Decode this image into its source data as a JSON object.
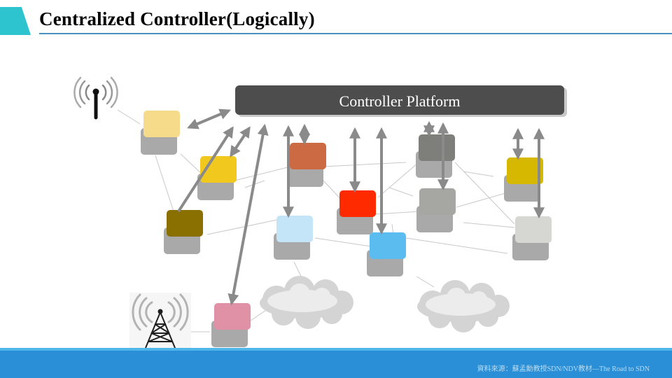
{
  "title": "Centralized Controller(Logically)",
  "controller": {
    "label": "Controller Platform"
  },
  "footer": {
    "source_note": "資料來源：蘇孟勳教授SDN/NDV教材—The Road to SDN"
  },
  "colors": {
    "accent_tab": "#2ec4cf",
    "title_rule": "#4a90c0",
    "footer": "#2a8fd6",
    "controller_fill": "#4d4d4d",
    "switch_shadow": "#a9a9a9",
    "arrow": "#8a8a8a"
  },
  "switches": [
    {
      "id": "sw-light-yellow",
      "color": "#f6dc8a"
    },
    {
      "id": "sw-yellow",
      "color": "#f0c81e"
    },
    {
      "id": "sw-olive",
      "color": "#8a7000"
    },
    {
      "id": "sw-pink",
      "color": "#e191a6"
    },
    {
      "id": "sw-orange-brown",
      "color": "#cc6a44"
    },
    {
      "id": "sw-light-blue",
      "color": "#c4e4f8"
    },
    {
      "id": "sw-red",
      "color": "#ff2a00"
    },
    {
      "id": "sw-sky-blue",
      "color": "#5bbdef"
    },
    {
      "id": "sw-dark-gray",
      "color": "#7e7e7a"
    },
    {
      "id": "sw-mid-gray",
      "color": "#a6a6a2"
    },
    {
      "id": "sw-mustard",
      "color": "#d6b800"
    },
    {
      "id": "sw-light-gray",
      "color": "#d6d6d2"
    }
  ],
  "icons": [
    {
      "id": "wifi-access-point-icon"
    },
    {
      "id": "cell-tower-icon"
    },
    {
      "id": "cloud-icon"
    },
    {
      "id": "cloud-icon-right"
    }
  ]
}
